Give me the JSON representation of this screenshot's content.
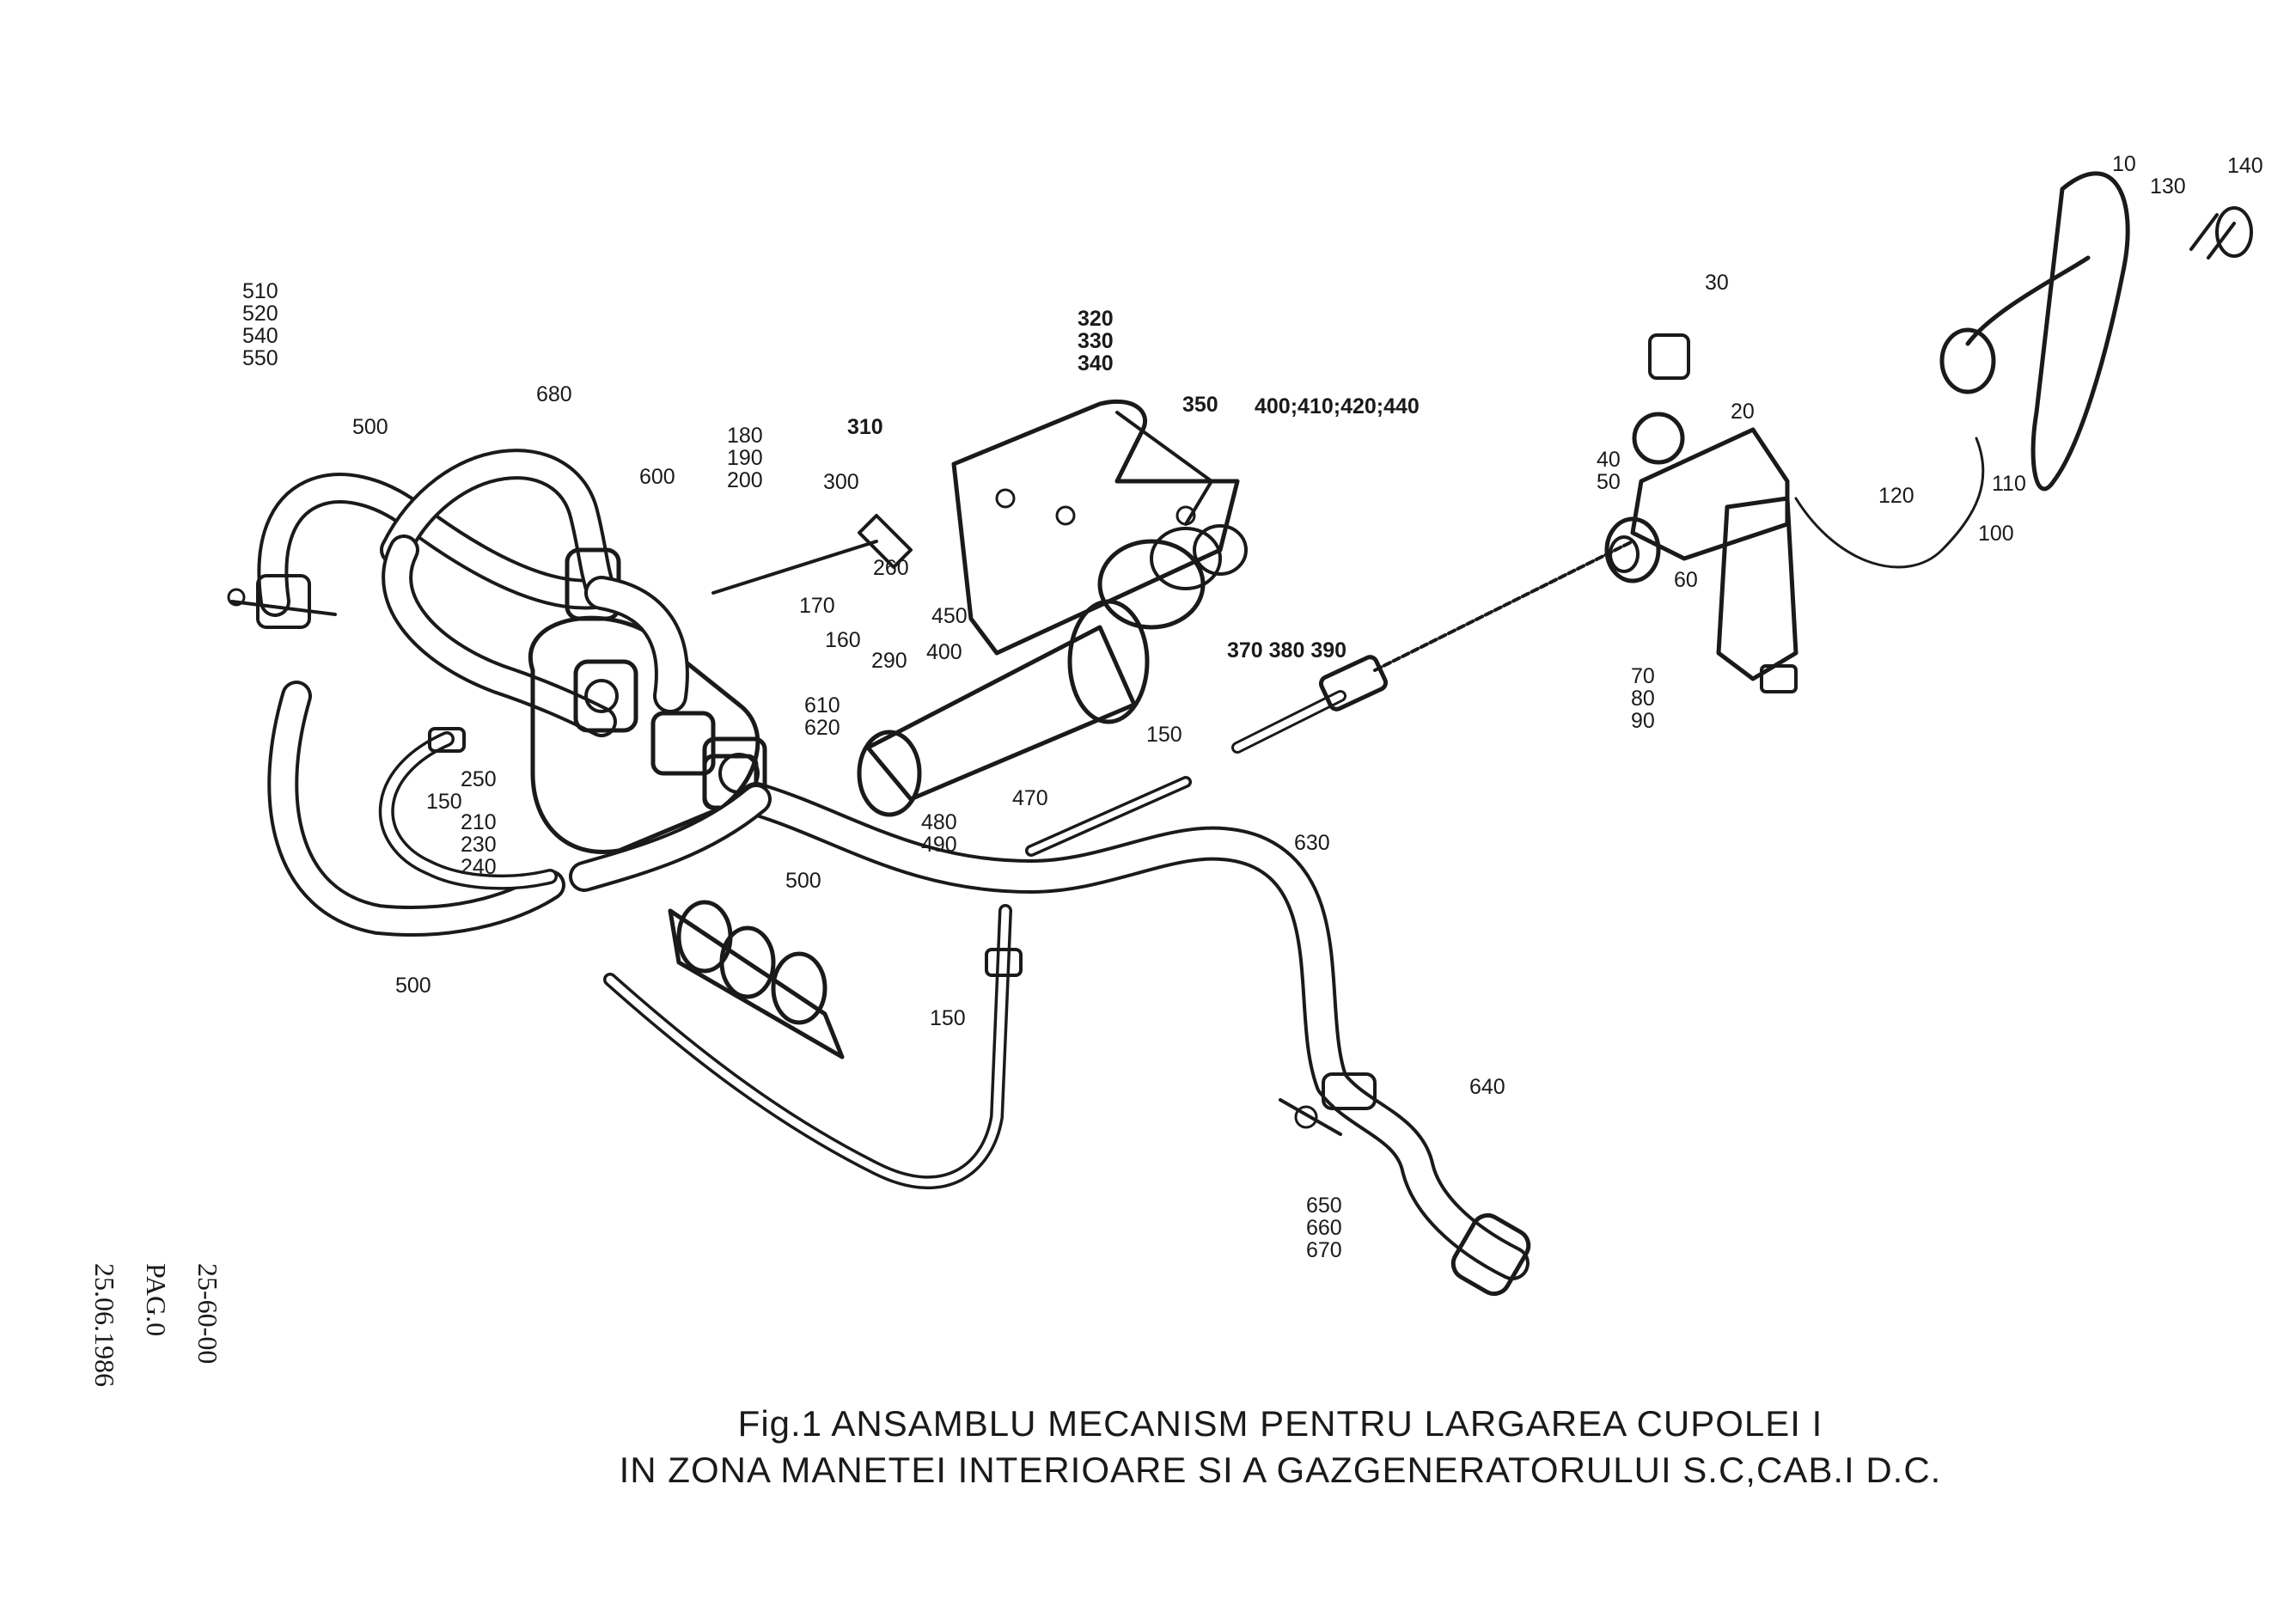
{
  "colors": {
    "ink": "#1a1a1a",
    "paper": "#ffffff"
  },
  "part_labels": {
    "p10": "10",
    "p20": "20",
    "p30": "30",
    "p40_50": [
      "40",
      "50"
    ],
    "p60": "60",
    "p70_90": [
      "70",
      "80",
      "90"
    ],
    "p100": "100",
    "p110": "110",
    "p120": "120",
    "p130": "130",
    "p140": "140",
    "p150_a": "150",
    "p150_b": "150",
    "p150_c": "150",
    "p160": "160",
    "p170": "170",
    "p180_200": [
      "180",
      "190",
      "200"
    ],
    "p210_240": [
      "210",
      "230",
      "240"
    ],
    "p250": "250",
    "p260": "260",
    "p290": "290",
    "p300": "300",
    "p310": "310",
    "p320_340": [
      "320",
      "330",
      "340"
    ],
    "p350": "350",
    "p370_390": "370 380 390",
    "p400_440": "400;410;420;440",
    "p400": "400",
    "p450": "450",
    "p470": "470",
    "p480_490": [
      "480",
      "490"
    ],
    "p500_a": "500",
    "p500_b": "500",
    "p500_c": "500",
    "p510_550": [
      "510",
      "520",
      "540",
      "550"
    ],
    "p600": "600",
    "p610_620": [
      "610",
      "620"
    ],
    "p630": "630",
    "p640": "640",
    "p650_670": [
      "650",
      "660",
      "670"
    ],
    "p680": "680"
  },
  "caption": {
    "line1": "Fig.1 ANSAMBLU MECANISM PENTRU LARGAREA CUPOLEI I",
    "line2": "IN ZONA MANETEI INTERIOARE SI A GAZGENERATORULUI S.C,CAB.I D.C."
  },
  "side_note": {
    "doc_code": "25-60-00",
    "page": "PAG.0",
    "date": "25.06.1986"
  }
}
